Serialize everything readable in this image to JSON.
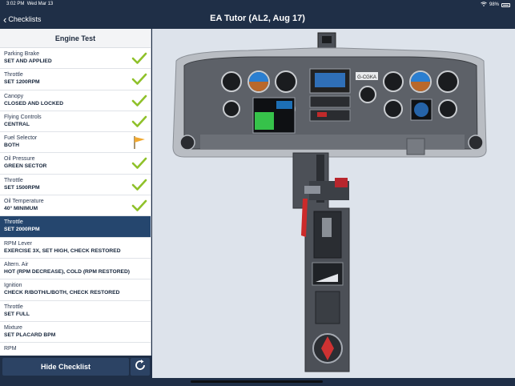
{
  "status_bar": {
    "time": "3:02 PM",
    "date": "Wed Mar 13",
    "battery": "98%",
    "icons": [
      "wifi-icon",
      "battery-icon"
    ]
  },
  "nav": {
    "back_label": "Checklists",
    "title": "EA Tutor (AL2, Aug 17)"
  },
  "checklist": {
    "title": "Engine Test",
    "items": [
      {
        "label": "Parking Brake",
        "value": "SET AND APPLIED",
        "status": "done"
      },
      {
        "label": "Throttle",
        "value": "SET 1200RPM",
        "status": "done"
      },
      {
        "label": "Canopy",
        "value": "CLOSED AND LOCKED",
        "status": "done"
      },
      {
        "label": "Flying Controls",
        "value": "CENTRAL",
        "status": "done"
      },
      {
        "label": "Fuel Selector",
        "value": "BOTH",
        "status": "flagged"
      },
      {
        "label": "Oil Pressure",
        "value": "GREEN SECTOR",
        "status": "done"
      },
      {
        "label": "Throttle",
        "value": "SET 1500RPM",
        "status": "done"
      },
      {
        "label": "Oil Temperature",
        "value": "40° MINIMUM",
        "status": "done"
      },
      {
        "label": "Throttle",
        "value": "SET 2000RPM",
        "status": "active"
      },
      {
        "label": "RPM Lever",
        "value": "EXERCISE 3X, SET HIGH, CHECK RESTORED",
        "status": "pending"
      },
      {
        "label": "Altern. Air",
        "value": "HOT (RPM DECREASE), COLD (RPM RESTORED)",
        "status": "pending"
      },
      {
        "label": "Ignition",
        "value": "CHECK R/BOTH/L/BOTH, CHECK RESTORED",
        "status": "pending"
      },
      {
        "label": "Throttle",
        "value": "SET FULL",
        "status": "pending"
      },
      {
        "label": "Mixture",
        "value": "SET PLACARD BPM",
        "status": "pending"
      },
      {
        "label": "RPM",
        "value": "",
        "status": "pending"
      }
    ]
  },
  "footer": {
    "hide_label": "Hide Checklist",
    "reset_icon": "refresh-icon"
  },
  "cockpit": {
    "registration": "G-CGKA"
  },
  "colors": {
    "bar": "#1f2f47",
    "active_row": "#25466e",
    "check": "#8fc12a",
    "flag": "#f0a830"
  }
}
